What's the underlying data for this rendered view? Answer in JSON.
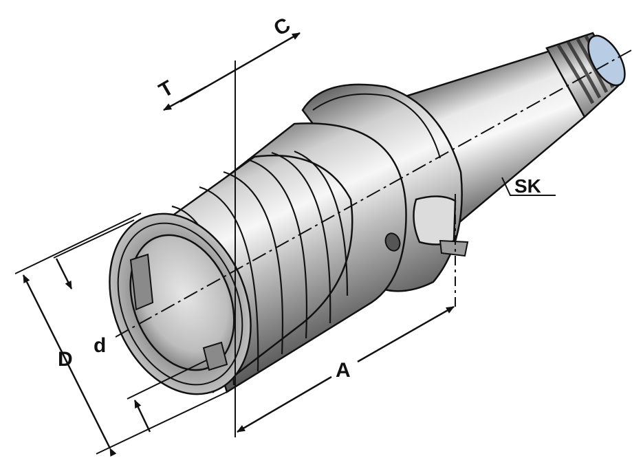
{
  "labels": {
    "c": "C",
    "t": "T",
    "sk": "SK",
    "d_outer": "D",
    "d_inner": "d",
    "a": "A"
  },
  "colors": {
    "metal_light": "#f4f4f4",
    "metal_mid": "#b9b9b9",
    "metal_dark": "#5e5e5e",
    "outline": "#111111",
    "thread_tip": "#b8cde4"
  }
}
